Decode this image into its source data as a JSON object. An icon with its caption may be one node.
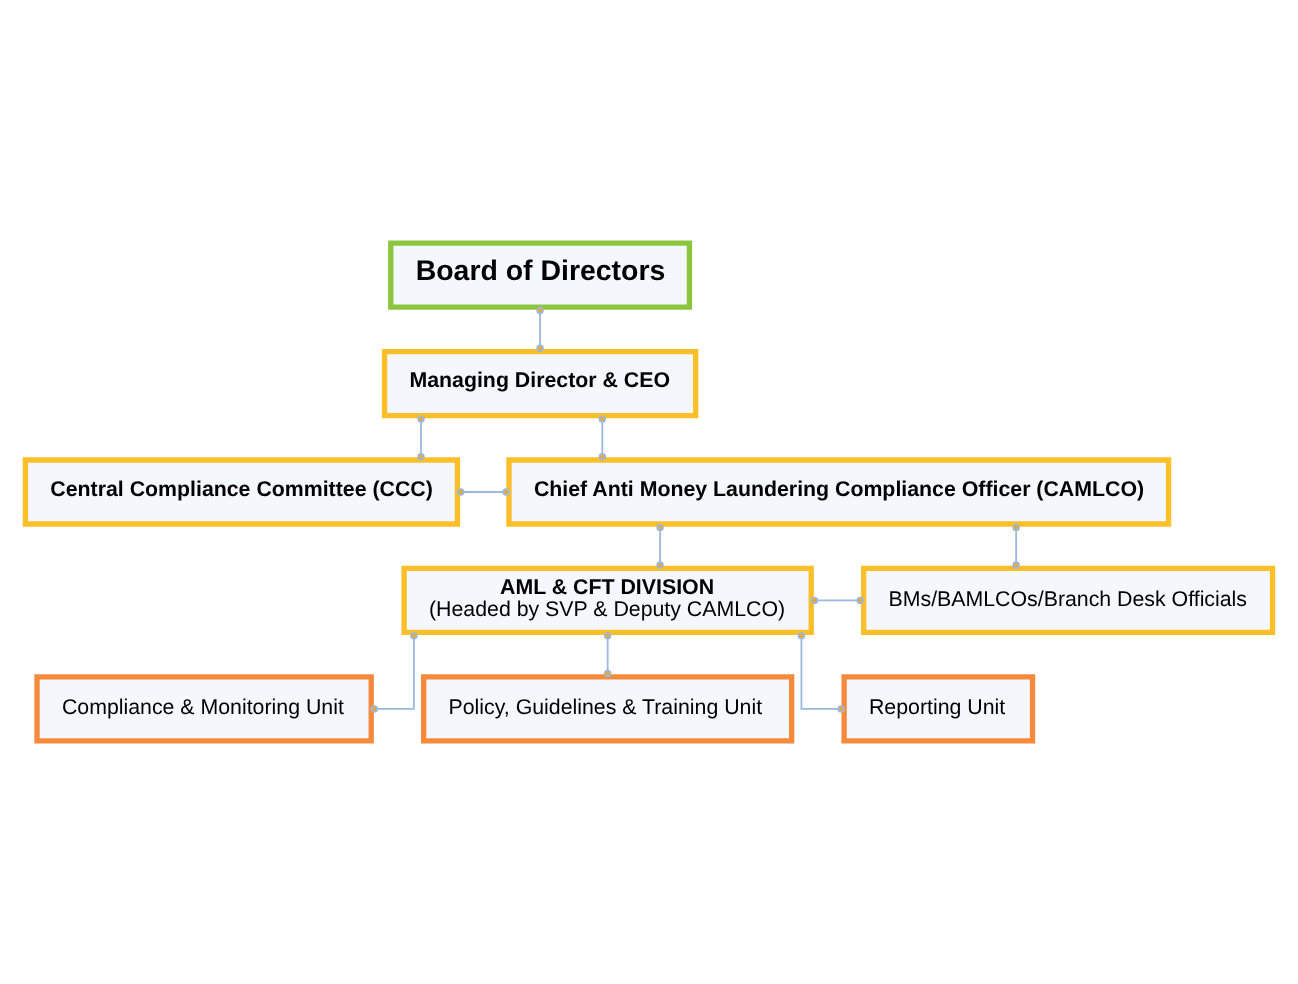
{
  "diagram": {
    "nodes": [
      {
        "text": [
          "Board of Directors"
        ]
      },
      {
        "text": [
          "Managing Director & CEO"
        ]
      },
      {
        "text": [
          "Chief Anti Money Laundering Compliance Officer (CAMLCO)"
        ]
      },
      {
        "text": [
          "Central Compliance Committee (CCC)"
        ]
      },
      {
        "text": [
          "AML & CFT DIVISION",
          "(Headed by SVP & Deputy CAMLCO)"
        ]
      },
      {
        "text": [
          "BMs/BAMLCOs/Branch Desk Officials"
        ]
      },
      {
        "text": [
          "Compliance & Monitoring Unit"
        ]
      },
      {
        "text": [
          "Policy, Guidelines & Training Unit"
        ]
      },
      {
        "text": [
          "Reporting Unit"
        ]
      }
    ],
    "edges": [
      {
        "from": 0,
        "to": 1,
        "arrow": "other"
      },
      {
        "from": 1,
        "to": 2,
        "arrow": "other"
      },
      {
        "from": 1,
        "to": 3,
        "arrow": "other"
      },
      {
        "from": 3,
        "to": 2,
        "arrow": "other"
      },
      {
        "from": 2,
        "to": 4,
        "arrow": "other"
      },
      {
        "from": 2,
        "to": 5,
        "arrow": "other"
      },
      {
        "from": 4,
        "to": 5,
        "arrow": "other"
      },
      {
        "from": 4,
        "to": 6,
        "arrow": "other"
      },
      {
        "from": 4,
        "to": 7,
        "arrow": "other"
      },
      {
        "from": 4,
        "to": 8,
        "arrow": "other"
      }
    ]
  }
}
